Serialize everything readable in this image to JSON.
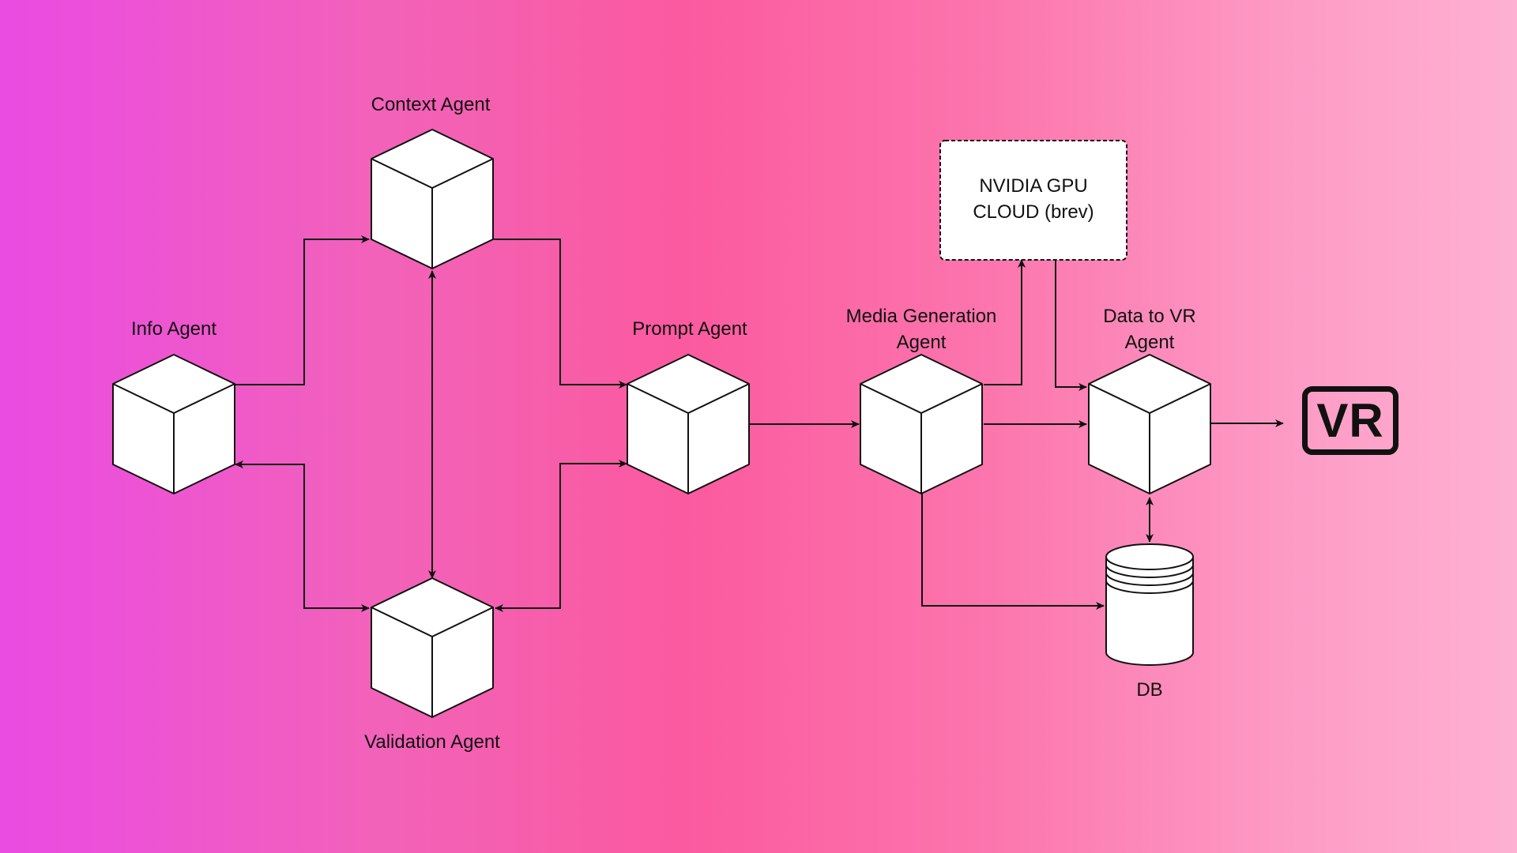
{
  "nodes": {
    "context_agent": {
      "label": "Context Agent"
    },
    "info_agent": {
      "label": "Info Agent"
    },
    "validation_agent": {
      "label": "Validation Agent"
    },
    "prompt_agent": {
      "label": "Prompt Agent"
    },
    "media_generation_agent": {
      "label_line1": "Media Generation",
      "label_line2": "Agent"
    },
    "data_to_vr_agent": {
      "label_line1": "Data to VR",
      "label_line2": "Agent"
    },
    "gpu_cloud": {
      "line1": "NVIDIA GPU",
      "line2": "CLOUD (brev)"
    },
    "db": {
      "label": "DB"
    },
    "vr": {
      "label": "VR"
    }
  },
  "edges": [
    {
      "from": "info_agent",
      "to": "context_agent"
    },
    {
      "from": "validation_agent",
      "to": "info_agent"
    },
    {
      "from": "info_agent",
      "to": "validation_agent"
    },
    {
      "from": "context_agent",
      "to": "validation_agent",
      "bidirectional": true
    },
    {
      "from": "context_agent",
      "to": "prompt_agent"
    },
    {
      "from": "prompt_agent",
      "to": "validation_agent",
      "bidirectional": true
    },
    {
      "from": "prompt_agent",
      "to": "media_generation_agent"
    },
    {
      "from": "media_generation_agent",
      "to": "gpu_cloud"
    },
    {
      "from": "gpu_cloud",
      "to": "data_to_vr_agent"
    },
    {
      "from": "media_generation_agent",
      "to": "data_to_vr_agent"
    },
    {
      "from": "media_generation_agent",
      "to": "db"
    },
    {
      "from": "data_to_vr_agent",
      "to": "db",
      "bidirectional": true
    },
    {
      "from": "data_to_vr_agent",
      "to": "vr"
    }
  ],
  "colors": {
    "node_fill": "#ffffff",
    "stroke": "#111111"
  }
}
